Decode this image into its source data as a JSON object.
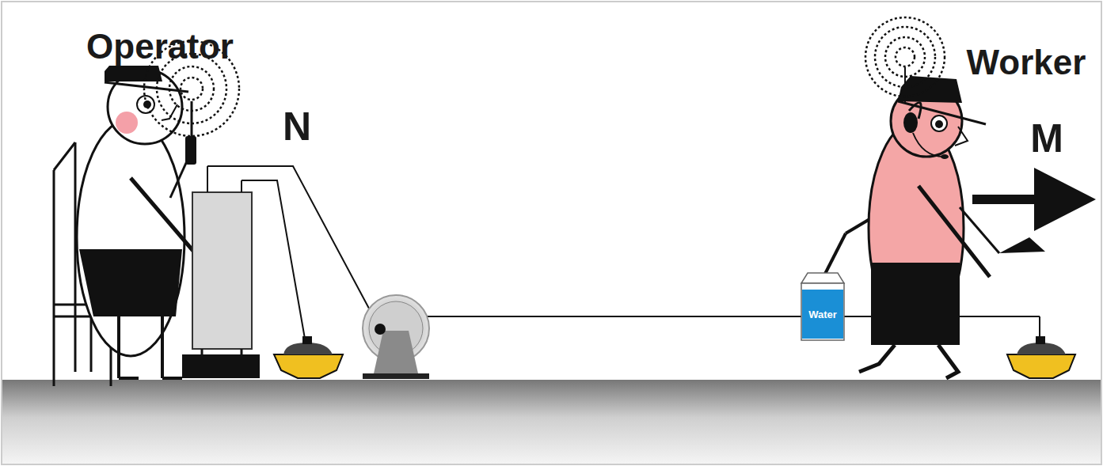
{
  "diagram": {
    "nodes": [
      {
        "text": [
          "Water"
        ]
      }
    ],
    "labels": [
      "Operator",
      "N",
      "Worker",
      "M"
    ]
  }
}
